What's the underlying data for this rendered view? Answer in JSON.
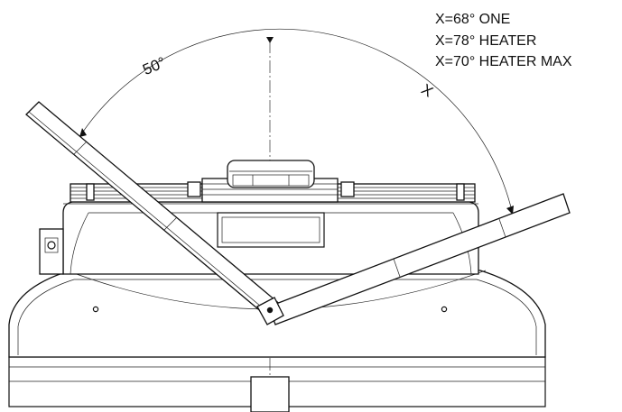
{
  "angle_labels": {
    "fixed": "50°",
    "variable": "X"
  },
  "notes": [
    "X=68°  ONE",
    "X=78°  HEATER",
    "X=70°  HEATER MAX"
  ]
}
